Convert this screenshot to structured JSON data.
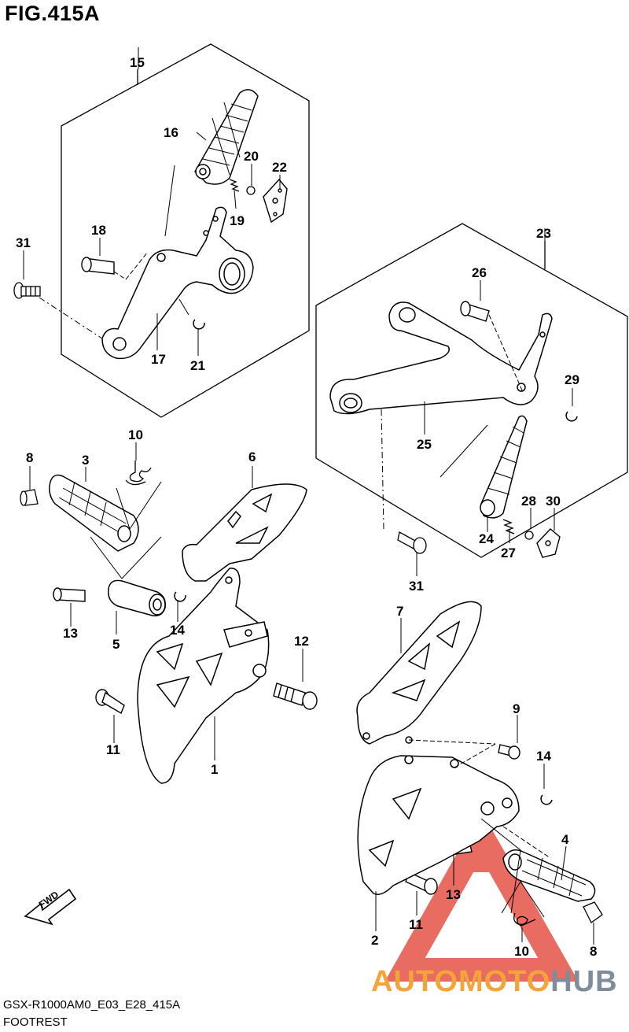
{
  "figure": {
    "title": "FIG.415A",
    "model_code": "GSX-R1000AM0_E03_E28_415A",
    "caption": "FOOTREST",
    "fwd_label": "FWD"
  },
  "watermark": {
    "brand_part1": "AUTOMOTO",
    "brand_part2": "HUB",
    "colors": {
      "orange": "#f4a43a",
      "gray": "#7f8c99",
      "red": "#e23b2e"
    }
  },
  "parts": {
    "p1": "1",
    "p2": "2",
    "p3": "3",
    "p4": "4",
    "p5": "5",
    "p6": "6",
    "p7": "7",
    "p8a": "8",
    "p8b": "8",
    "p9": "9",
    "p10a": "10",
    "p10b": "10",
    "p11a": "11",
    "p11b": "11",
    "p12": "12",
    "p13a": "13",
    "p13b": "13",
    "p14a": "14",
    "p14b": "14",
    "p15": "15",
    "p16": "16",
    "p17": "17",
    "p18": "18",
    "p19": "19",
    "p20": "20",
    "p21": "21",
    "p22": "22",
    "p23": "23",
    "p24": "24",
    "p25": "25",
    "p26": "26",
    "p27": "27",
    "p28": "28",
    "p29": "29",
    "p30": "30",
    "p31a": "31",
    "p31b": "31"
  }
}
